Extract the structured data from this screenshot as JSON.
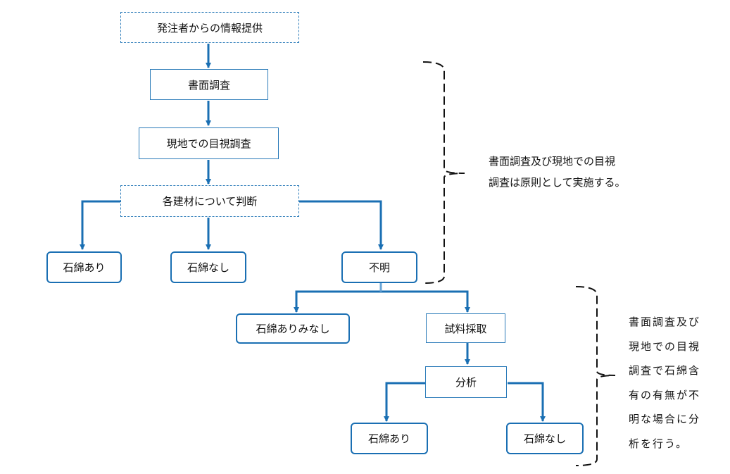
{
  "nodes": {
    "info": "発注者からの情報提供",
    "doc_survey": "書面調査",
    "site_survey": "現地での目視調査",
    "judge": "各建材について判断",
    "present": "石綿あり",
    "absent": "石綿なし",
    "unknown": "不明",
    "deemed": "石綿ありみなし",
    "sampling": "試料採取",
    "analysis": "分析",
    "present2": "石綿あり",
    "absent2": "石綿なし"
  },
  "notes": {
    "note1": [
      "書面調査及び現地での目視",
      "調査は原則として実施する。"
    ],
    "note2": [
      "書面調査及び",
      "現地での目視",
      "調査で石綿含",
      "有の有無が不",
      "明な場合に分",
      "析を行う。"
    ]
  },
  "colors": {
    "arrow": "#1a6fb3",
    "box_border": "#2b7bb9",
    "bracket": "#111111"
  }
}
